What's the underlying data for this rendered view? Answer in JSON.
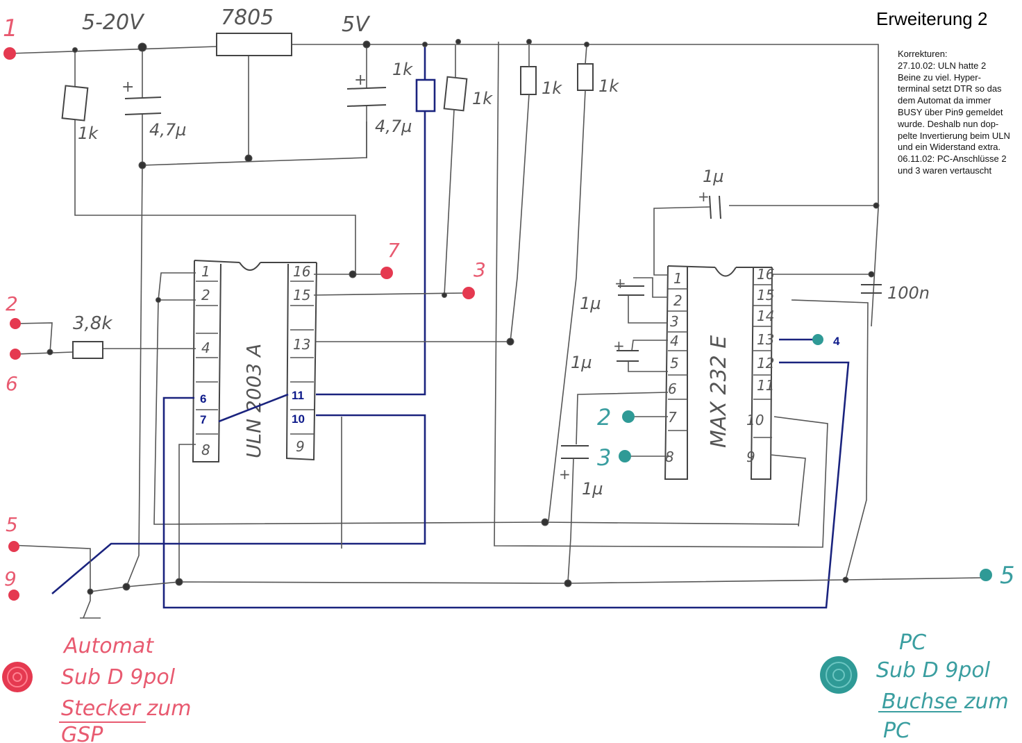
{
  "title": "Erweiterung 2",
  "corrections": {
    "heading": "Korrekturen:",
    "lines": [
      "27.10.02: ULN hatte 2",
      "Beine zu viel. Hyper-",
      "terminal setzt DTR so das",
      "dem Automat da immer",
      "BUSY über Pin9 gemeldet",
      "wurde. Deshalb nun dop-",
      "pelte Invertierung beim ULN",
      "und ein Widerstand extra.",
      "06.11.02: PC-Anschlüsse 2",
      "und 3 waren vertauscht"
    ]
  },
  "labels": {
    "supply_range": "5-20V",
    "regulator": "7805",
    "supply_5v": "5V",
    "r1": "1k",
    "r_blue": "1k",
    "r3": "1k",
    "r4": "1k",
    "r5": "1k",
    "c1": "4,7µ",
    "c2": "4,7µ",
    "r_input": "3,8k",
    "c_top": "1µ",
    "c_100n": "100n",
    "c_pin13": "1µ",
    "c_pin45": "1µ",
    "c_bottom": "1µ",
    "uln_name": "ULN 2003 A",
    "max_name": "MAX 232 E"
  },
  "uln_pins_left": [
    "1",
    "2",
    "",
    "4",
    "",
    "",
    "",
    "8"
  ],
  "uln_pins_right": [
    "16",
    "15",
    "",
    "13",
    "",
    "",
    "",
    "9"
  ],
  "uln_blue_pins": {
    "p6": "6",
    "p7": "7",
    "p11": "11",
    "p10": "10"
  },
  "max_pins_left": [
    "1",
    "2",
    "3",
    "4",
    "5",
    "6",
    "7",
    "8"
  ],
  "max_pins_right": [
    "16",
    "15",
    "14",
    "13",
    "12",
    "11",
    "10",
    "9"
  ],
  "automat_pins": {
    "p1": "1",
    "p2": "2",
    "p6": "6",
    "p5": "5",
    "p9": "9",
    "p7": "7",
    "p3": "3"
  },
  "pc_pins": {
    "p4": "4",
    "p2": "2",
    "p3": "3",
    "p5": "5"
  },
  "automat_legend": [
    "Automat",
    "Sub D 9pol",
    "Stecker zum",
    "GSP"
  ],
  "pc_legend": [
    "PC",
    "Sub D 9pol",
    "Buchse zum",
    "PC"
  ],
  "colors": {
    "automat": "#e53950",
    "pc": "#2f9a96",
    "correction_wires": "#1a237e",
    "pencil": "#555555"
  }
}
